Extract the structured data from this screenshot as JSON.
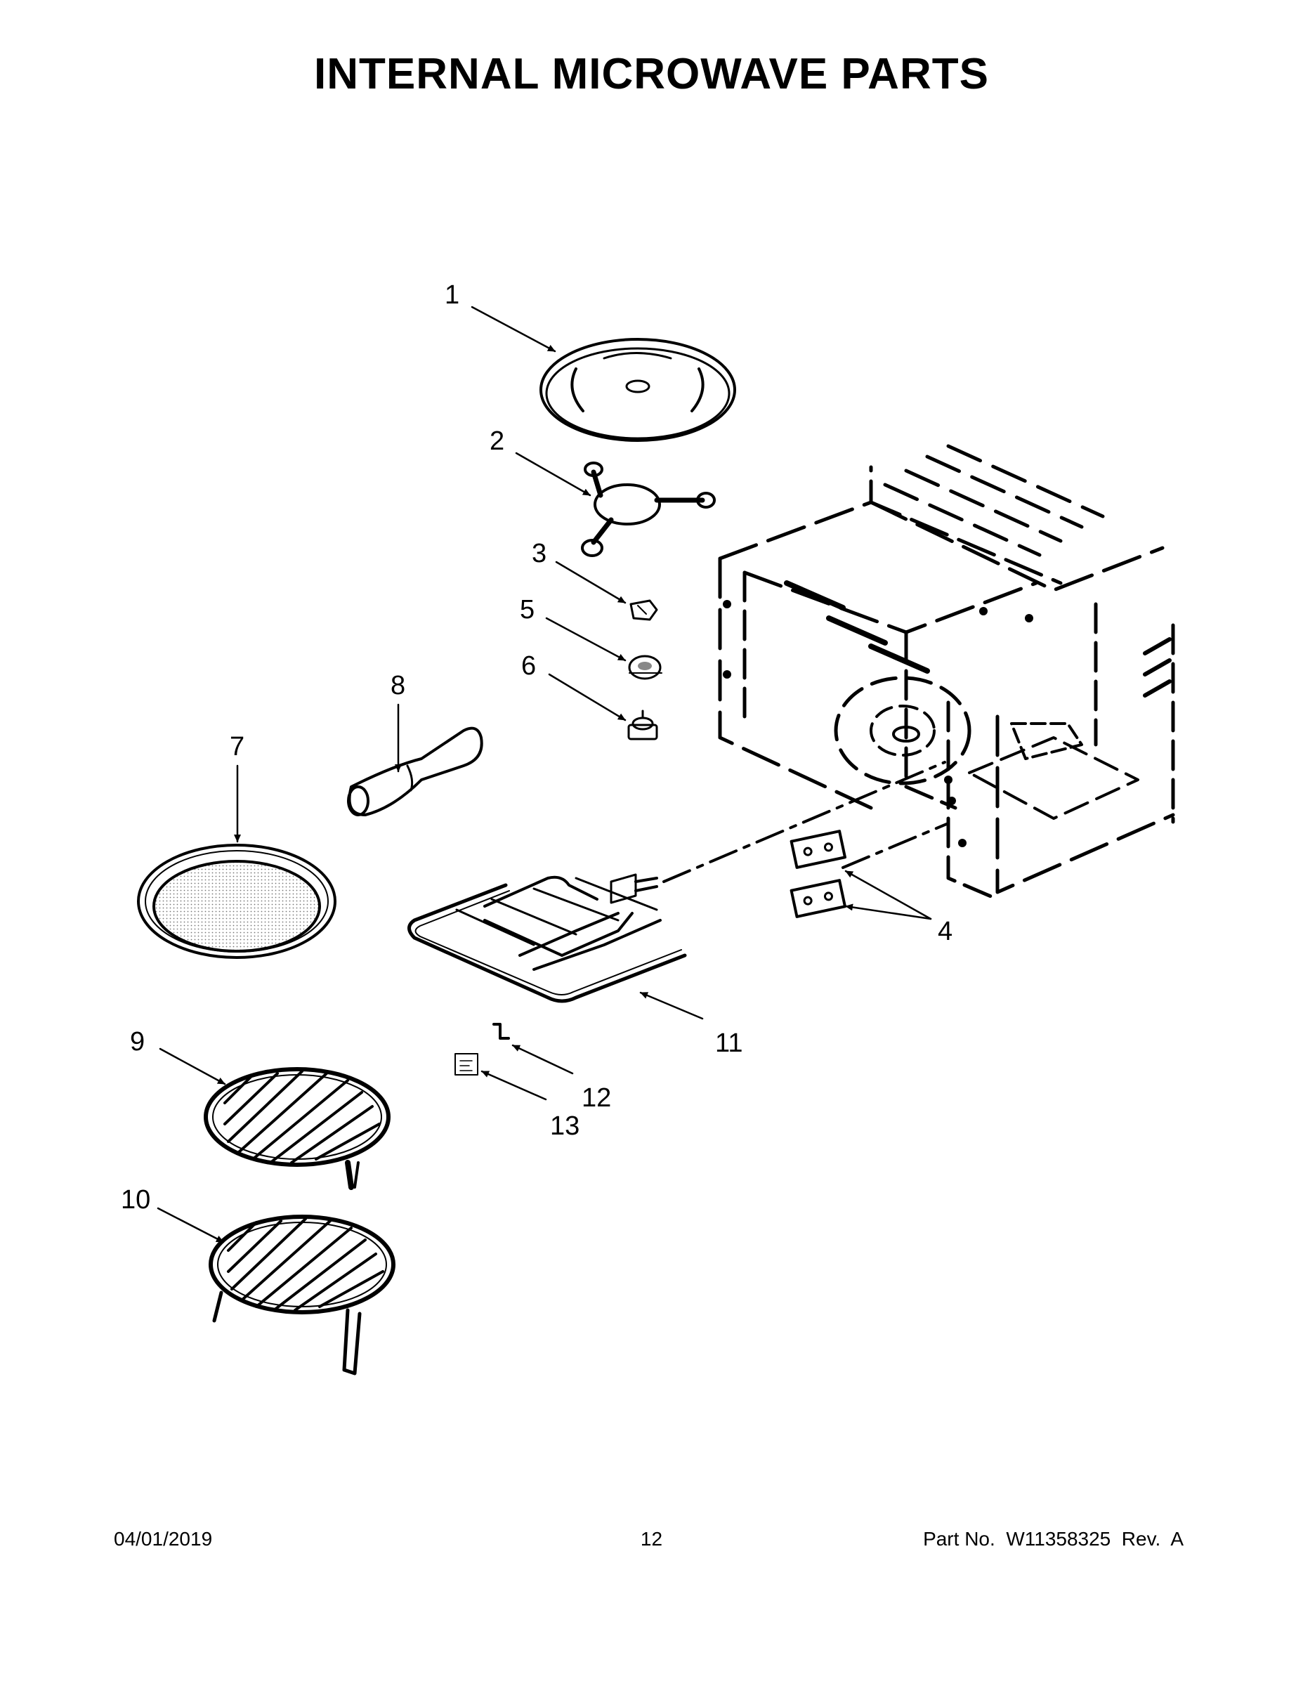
{
  "title": "INTERNAL MICROWAVE PARTS",
  "callouts": [
    "1",
    "2",
    "3",
    "4",
    "5",
    "6",
    "7",
    "8",
    "9",
    "10",
    "11",
    "12",
    "13"
  ],
  "footer": {
    "date": "04/01/2019",
    "page": "12",
    "part": "Part No.  W11358325  Rev.  A"
  }
}
